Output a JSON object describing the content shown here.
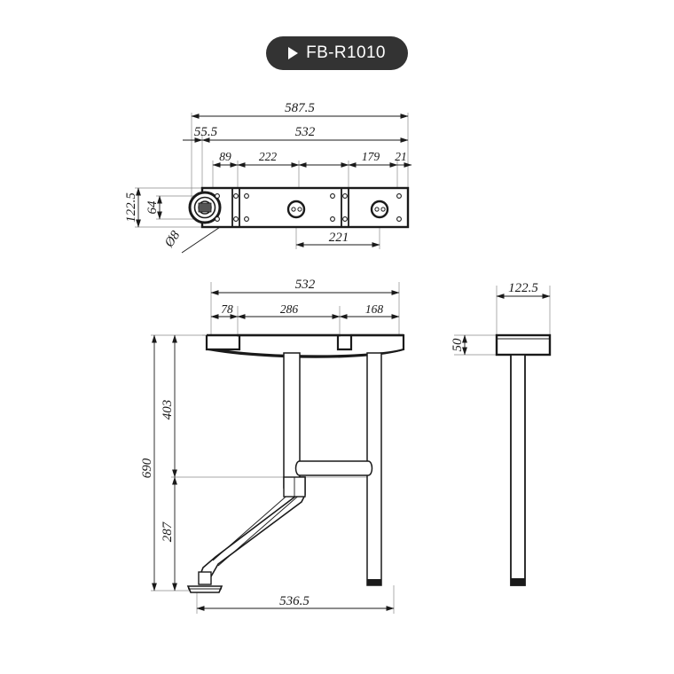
{
  "header": {
    "badge_label": "FB-R1010",
    "play_icon": "triangle-right-icon",
    "badge_bg": "#333333",
    "badge_text_color": "#ffffff"
  },
  "drawing": {
    "background": "#ffffff",
    "line_color": "#1a1a1a",
    "thin_line_color": "#666666",
    "title": "FB-R1010 technical dimension drawing",
    "views": [
      {
        "name": "top-view",
        "description": "plan view of wall mounting rail with hinge and fixing holes"
      },
      {
        "name": "front-view",
        "description": "front elevation of folding shower seat with legs"
      },
      {
        "name": "side-view",
        "description": "side elevation showing seat depth and post"
      }
    ],
    "top_view": {
      "horizontal_dims": [
        {
          "id": "overall",
          "value": "587.5"
        },
        {
          "id": "left-offset",
          "value": "55.5"
        },
        {
          "id": "body",
          "value": "532"
        },
        {
          "id": "seg-1",
          "value": "89"
        },
        {
          "id": "seg-2",
          "value": "222"
        },
        {
          "id": "seg-3",
          "value": "179"
        },
        {
          "id": "seg-4",
          "value": "21"
        },
        {
          "id": "hole-spacing",
          "value": "221"
        }
      ],
      "vertical_dims": [
        {
          "id": "depth",
          "value": "122.5"
        },
        {
          "id": "hinge-width",
          "value": "64"
        }
      ],
      "notes": [
        {
          "id": "hole-diameter",
          "value": "Ø8"
        }
      ]
    },
    "front_view": {
      "horizontal_dims": [
        {
          "id": "seat-width",
          "value": "532"
        },
        {
          "id": "seg-1",
          "value": "78"
        },
        {
          "id": "seg-2",
          "value": "286"
        },
        {
          "id": "seg-3",
          "value": "168"
        },
        {
          "id": "footprint",
          "value": "536.5"
        }
      ],
      "vertical_dims": [
        {
          "id": "total-height",
          "value": "690"
        },
        {
          "id": "upper-height",
          "value": "403"
        },
        {
          "id": "lower-height",
          "value": "287"
        }
      ]
    },
    "side_view": {
      "horizontal_dims": [
        {
          "id": "seat-depth",
          "value": "122.5"
        }
      ],
      "vertical_dims": [
        {
          "id": "seat-thickness",
          "value": "50"
        }
      ]
    }
  }
}
